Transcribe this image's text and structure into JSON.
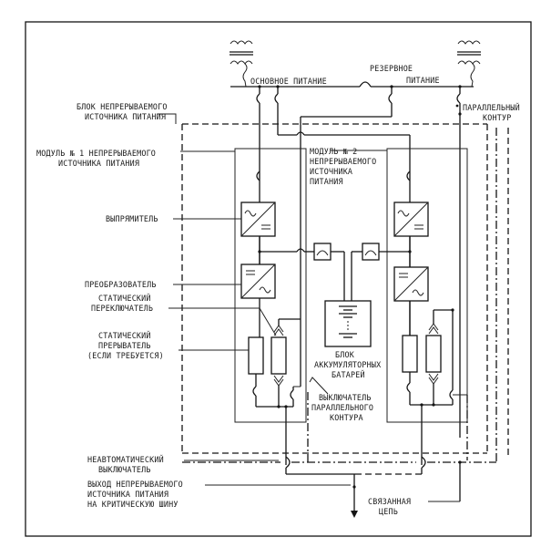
{
  "diagram": {
    "title": "Схема системы бесперебойного питания с двумя параллельными модулями",
    "labels": {
      "main_supply": "ОСНОВНОЕ ПИТАНИЕ",
      "reserve_supply_1": "РЕЗЕРВНОЕ",
      "reserve_supply_2": "ПИТАНИЕ",
      "ups_block_1": "БЛОК НЕПРЕРЫВАЕМОГО",
      "ups_block_2": "ИСТОЧНИКА ПИТАНИЯ",
      "parallel_circuit_1": "ПАРАЛЛЕЛЬНЫЙ",
      "parallel_circuit_2": "КОНТУР",
      "module1_1": "МОДУЛЬ № 1 НЕПРЕРЫВАЕМОГО",
      "module1_2": "ИСТОЧНИКА ПИТАНИЯ",
      "module2_1": "МОДУЛЬ № 2",
      "module2_2": "НЕПРЕРЫВАЕМОГО",
      "module2_3": "ИСТОЧНИКА",
      "module2_4": "ПИТАНИЯ",
      "rectifier": "ВЫПРЯМИТЕЛЬ",
      "inverter": "ПРЕОБРАЗОВАТЕЛЬ",
      "static_switch_1": "СТАТИЧЕСКИЙ",
      "static_switch_2": "ПЕРЕКЛЮЧАТЕЛЬ",
      "static_breaker_1": "СТАТИЧЕСКИЙ",
      "static_breaker_2": "ПРЕРЫВАТЕЛЬ",
      "static_breaker_3": "(ЕСЛИ ТРЕБУЕТСЯ)",
      "battery_1": "БЛОК",
      "battery_2": "АККУМУЛЯТОРНЫХ",
      "battery_3": "БАТАРЕЙ",
      "parallel_switch_1": "ВЫКЛЮЧАТЕЛЬ",
      "parallel_switch_2": "ПАРАЛЛЕЛЬНОГО",
      "parallel_switch_3": "КОНТУРА",
      "manual_switch_1": "НЕАВТОМАТИЧЕСКИЙ",
      "manual_switch_2": "ВЫКЛЮЧАТЕЛЬ",
      "output_1": "ВЫХОД НЕПРЕРЫВАЕМОГО",
      "output_2": "ИСТОЧНИКА  ПИТАНИЯ",
      "output_3": "НА КРИТИЧЕСКУЮ ШИНУ",
      "linked_circuit_1": "СВЯЗАННАЯ",
      "linked_circuit_2": "ЦЕПЬ"
    },
    "components": [
      "transformer-main",
      "transformer-reserve",
      "rectifier-1",
      "inverter-1",
      "rectifier-2",
      "inverter-2",
      "static-breaker-1",
      "static-switch-1",
      "static-breaker-2",
      "static-switch-2",
      "battery-block",
      "battery-fuse-1",
      "battery-fuse-2"
    ]
  }
}
